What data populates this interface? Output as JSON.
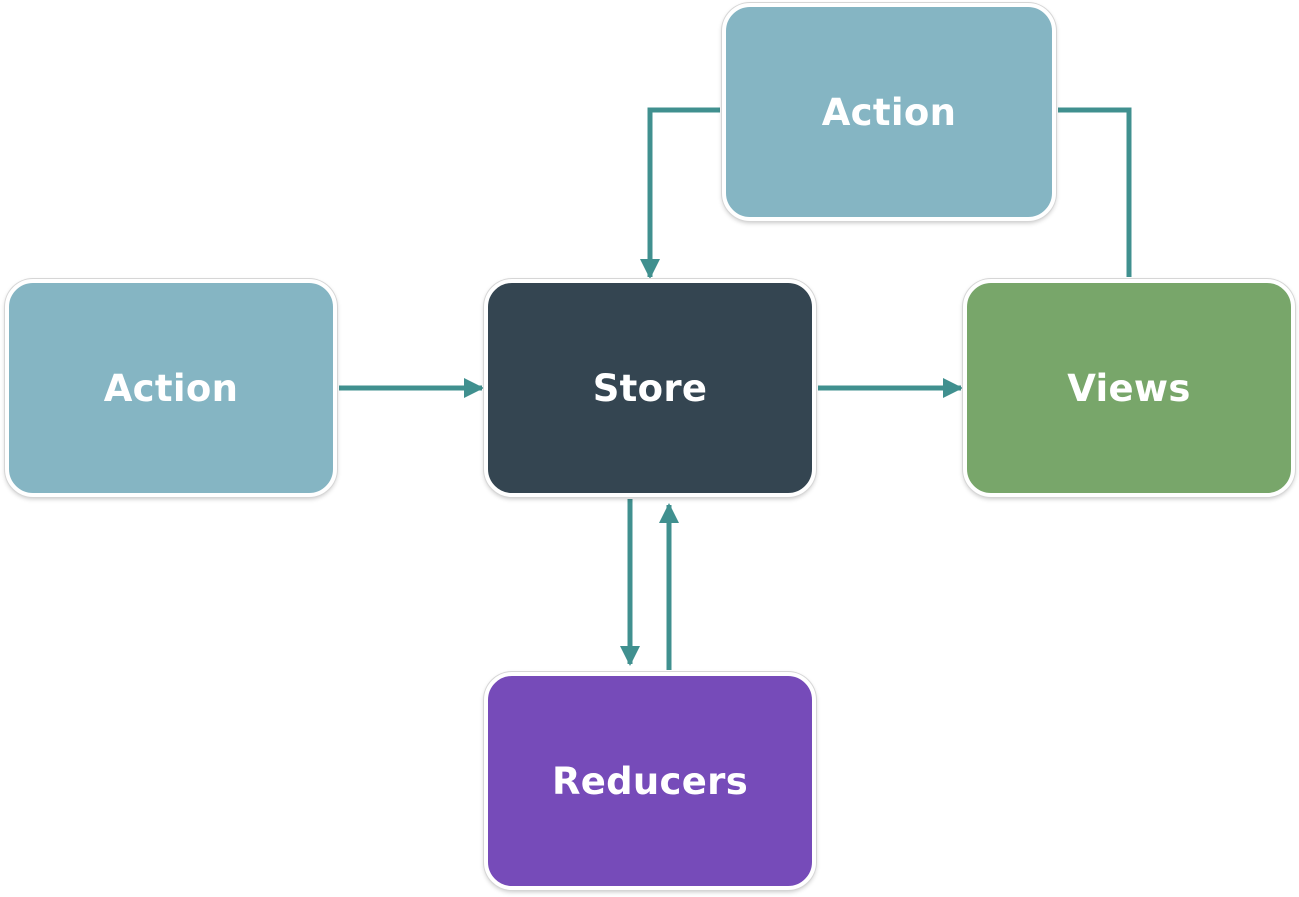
{
  "colors": {
    "connector": "#40908f",
    "action": "#85b5c3",
    "store": "#344551",
    "views": "#78a66a",
    "reducers": "#764bb9"
  },
  "nodes": {
    "action_left": {
      "label": "Action",
      "role": "action"
    },
    "store": {
      "label": "Store",
      "role": "store"
    },
    "views": {
      "label": "Views",
      "role": "views"
    },
    "action_top": {
      "label": "Action",
      "role": "action"
    },
    "reducers": {
      "label": "Reducers",
      "role": "reducers"
    }
  },
  "edges": [
    {
      "from": "action_left",
      "to": "store"
    },
    {
      "from": "store",
      "to": "views"
    },
    {
      "from": "store",
      "to": "reducers"
    },
    {
      "from": "reducers",
      "to": "store"
    },
    {
      "from": "views",
      "to": "action_top"
    },
    {
      "from": "action_top",
      "to": "store"
    }
  ]
}
